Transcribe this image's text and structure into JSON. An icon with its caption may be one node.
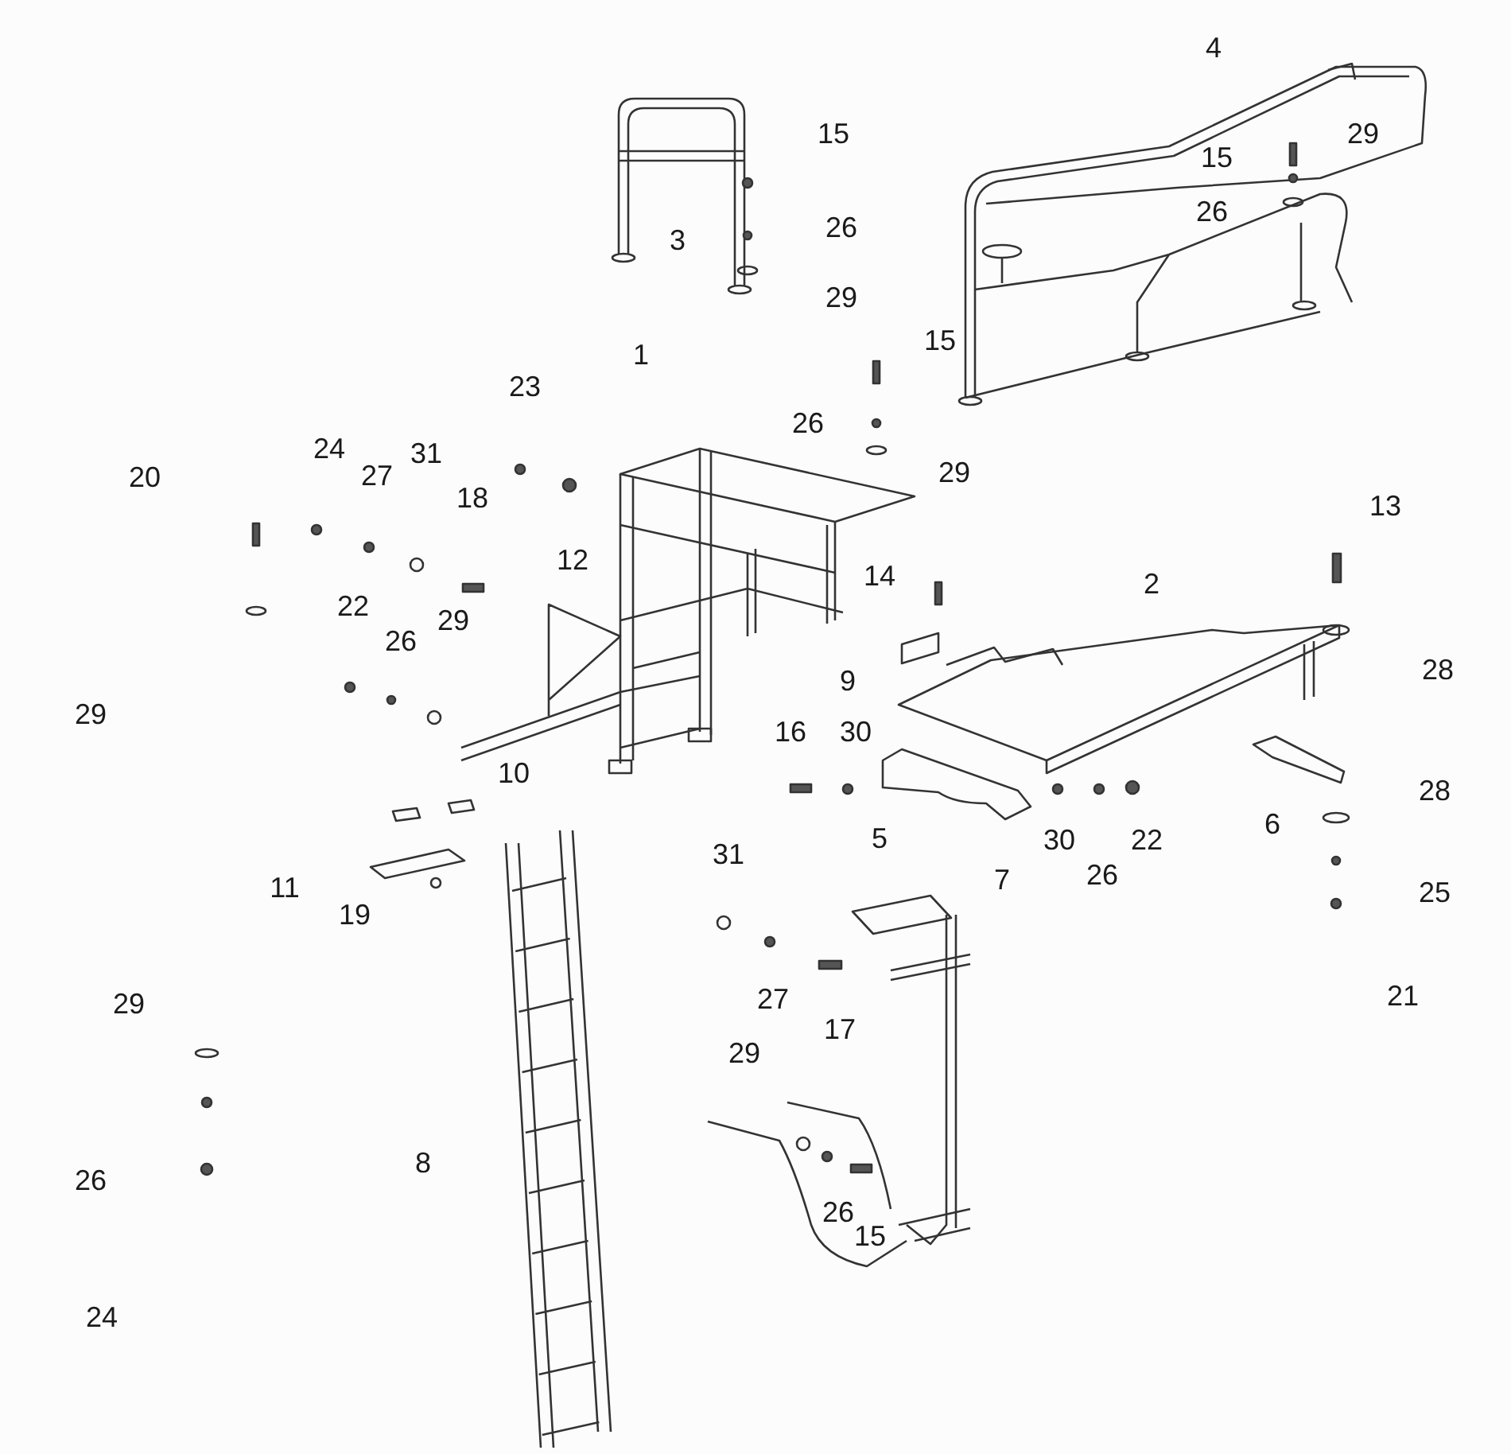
{
  "diagram": {
    "labels": [
      "4",
      "15",
      "29",
      "15",
      "3",
      "26",
      "26",
      "29",
      "1",
      "15",
      "23",
      "26",
      "24",
      "31",
      "29",
      "20",
      "27",
      "18",
      "13",
      "12",
      "14",
      "2",
      "22",
      "29",
      "26",
      "28",
      "9",
      "29",
      "16",
      "30",
      "10",
      "28",
      "30",
      "22",
      "5",
      "6",
      "26",
      "7",
      "11",
      "31",
      "25",
      "19",
      "21",
      "29",
      "27",
      "17",
      "29",
      "8",
      "26",
      "26",
      "15",
      "24"
    ]
  }
}
